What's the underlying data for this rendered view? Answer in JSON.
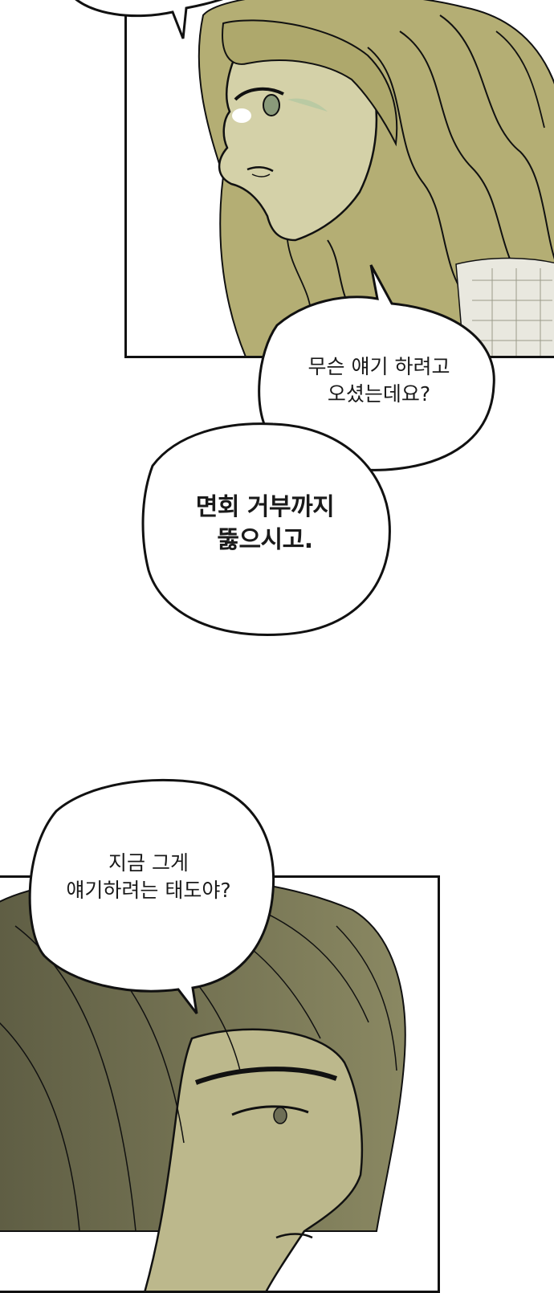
{
  "comic": {
    "bubbles": [
      {
        "lines": [
          "무슨 얘기 하려고",
          "오셨는데요?"
        ]
      },
      {
        "lines": [
          "면회 거부까지",
          "뚫으시고."
        ]
      },
      {
        "lines": [
          "지금 그게",
          "얘기하려는 태도야?"
        ]
      }
    ]
  },
  "colors": {
    "ink": "#111111",
    "hair_light": "#b8b27a",
    "skin_light": "#d6d3ac",
    "hair_dark": "#6b6a4c",
    "skin_dark": "#bdb98f"
  }
}
